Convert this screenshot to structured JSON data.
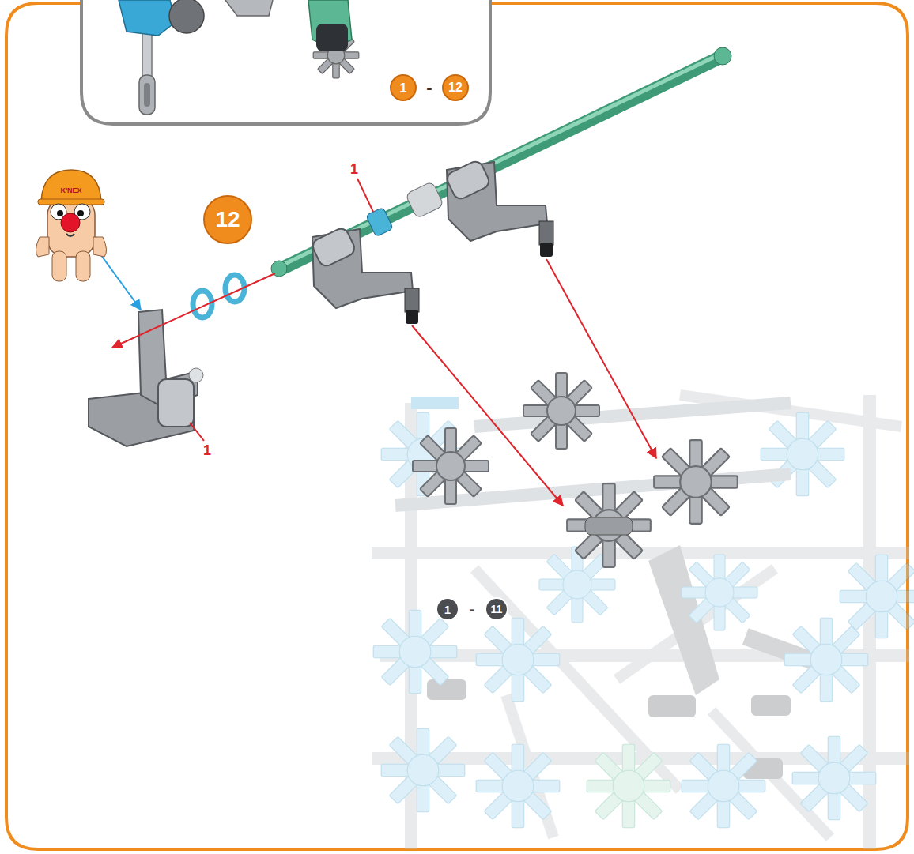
{
  "diagram": {
    "nodes": [
      {
        "text": [
          "1"
        ]
      },
      {
        "text": [
          "12"
        ]
      },
      {
        "text": [
          "12"
        ]
      },
      {
        "text": [
          "1"
        ]
      },
      {
        "text": [
          "11"
        ]
      }
    ],
    "labels": [
      "-",
      "1",
      "K'NEX",
      "1",
      "-"
    ]
  }
}
